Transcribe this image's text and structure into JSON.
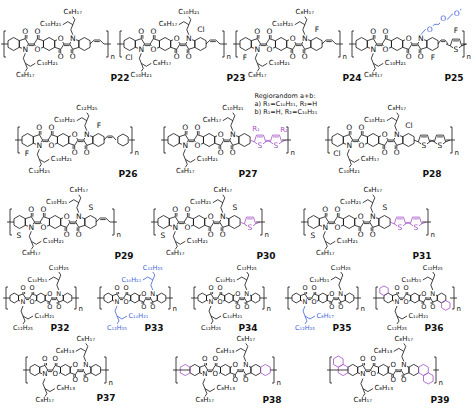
{
  "diagram": {
    "labels": [
      "N",
      "O",
      "O",
      "O",
      "O",
      "O",
      "O",
      "N",
      "C₁₀H₂₁",
      "C₈H₁₇",
      "C₁₀H₂₁",
      "C₈H₁₇",
      "n",
      "P22",
      "N",
      "O",
      "O",
      "O",
      "O",
      "O",
      "O",
      "N",
      "C₈H₁₇",
      "C₁₀H₂₁",
      "C₈H₁₇",
      "C₁₀H₂₁",
      "Cl",
      "Cl",
      "n",
      "P23",
      "N",
      "O",
      "O",
      "O",
      "O",
      "O",
      "O",
      "N",
      "C₁₀H₂₁",
      "C₈H₁₇",
      "C₁₀H₂₁",
      "C₈H₁₇",
      "F",
      "F",
      "n",
      "P24",
      "N",
      "O",
      "O",
      "O",
      "O",
      "O",
      "O",
      "N",
      "C₁₀H₂₁",
      "C₈H₁₇",
      "O",
      "O",
      "O",
      "F",
      "F",
      "S",
      "n",
      "P25",
      "N",
      "O",
      "O",
      "O",
      "O",
      "O",
      "O",
      "N",
      "C₁₀H₂₁",
      "C₁₂H₂₅",
      "C₁₀H₂₁",
      "C₁₂H₂₅",
      "F",
      "F",
      "n",
      "P26",
      "N",
      "O",
      "O",
      "O",
      "O",
      "O",
      "O",
      "N",
      "C₁₀H₂₁",
      "C₈H₁₇",
      "C₈H₁₇",
      "C₁₀H₂₁",
      "S",
      "S",
      "R₁",
      "R₂",
      "Regiorandom a+b:",
      "a) R₁=C₁₀H₂₁, R₂=H",
      "b) R₁=H, R₂=C₁₀H₂₁",
      "n",
      "P27",
      "N",
      "O",
      "O",
      "O",
      "O",
      "O",
      "O",
      "N",
      "C₈H₁₇",
      "C₁₀H₂₁",
      "C₁₀H₂₁",
      "C₈H₁₇",
      "Cl",
      "Cl",
      "S",
      "S",
      "n",
      "P28",
      "N",
      "O",
      "O",
      "O",
      "O",
      "O",
      "O",
      "N",
      "C₁₀H₂₁",
      "C₈H₁₇",
      "C₁₀H₂₁",
      "C₈H₁₇",
      "S",
      "S",
      "n",
      "P29",
      "N",
      "O",
      "O",
      "O",
      "O",
      "O",
      "O",
      "N",
      "C₁₀H₂₁",
      "C₈H₁₇",
      "C₁₀H₂₁",
      "C₈H₁₇",
      "S",
      "S",
      "S",
      "n",
      "P30",
      "N",
      "O",
      "O",
      "O",
      "O",
      "O",
      "O",
      "N",
      "C₁₀H₂₁",
      "C₈H₁₇",
      "C₁₀H₂₁",
      "C₈H₁₇",
      "S",
      "S",
      "S",
      "S",
      "n",
      "P31",
      "N",
      "O",
      "O",
      "O",
      "O",
      "O",
      "O",
      "N",
      "C₁₀H₂₁",
      "C₁₂H₂₅",
      "C₁₀H₂₁",
      "C₁₂H₂₅",
      "n",
      "P32",
      "N",
      "O",
      "O",
      "O",
      "O",
      "O",
      "O",
      "N",
      "C₁₀H₂₁",
      "C₁₂H₂₅",
      "C₁₀H₂₁",
      "C₁₂H₂₅",
      "n",
      "P33",
      "N",
      "O",
      "O",
      "O",
      "O",
      "O",
      "O",
      "N",
      "C₁₀H₂₁",
      "C₁₂H₂₅",
      "C₁₀H₂₁",
      "C₁₂H₂₅",
      "n",
      "P34",
      "N",
      "O",
      "O",
      "O",
      "O",
      "O",
      "O",
      "N",
      "C₈H₁₇",
      "C₁₂H₂₅",
      "C₁₀H₂₁",
      "C₁₂H₂₅",
      "n",
      "P35",
      "N",
      "O",
      "O",
      "O",
      "O",
      "O",
      "O",
      "N",
      "C₁₀H₂₁",
      "C₁₂H₂₅",
      "C₁₀H₂₁",
      "C₁₂H₂₅",
      "n",
      "P36",
      "N",
      "O",
      "O",
      "O",
      "O",
      "O",
      "O",
      "N",
      "C₆H₁₃",
      "C₈H₁₇",
      "C₆H₁₃",
      "C₈H₁₇",
      "n",
      "P37",
      "N",
      "O",
      "O",
      "O",
      "O",
      "O",
      "O",
      "N",
      "C₆H₁₃",
      "C₈H₁₇",
      "C₆H₁₃",
      "C₈H₁₇",
      "n",
      "P38",
      "N",
      "O",
      "O",
      "O",
      "O",
      "O",
      "O",
      "N",
      "C₆H₁₃",
      "C₈H₁₇",
      "C₆H₁₃",
      "C₈H₁₇",
      "n",
      "P39"
    ]
  }
}
